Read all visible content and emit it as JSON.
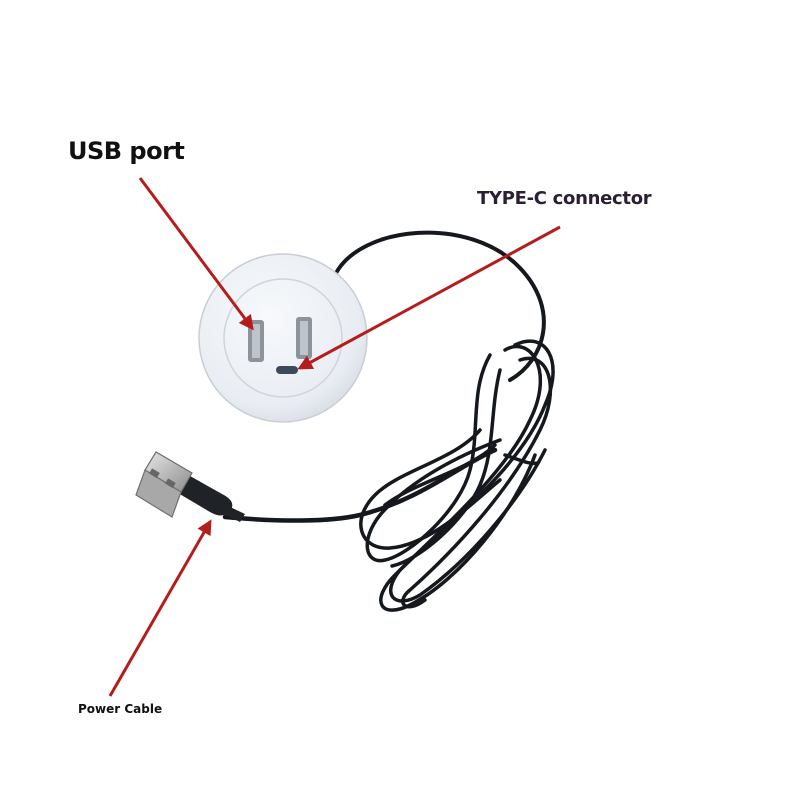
{
  "labels": {
    "usb_port": "USB port",
    "type_c": "TYPE-C connector",
    "power_cable": "Power Cable"
  },
  "colors": {
    "arrow": "#b51c1c",
    "hub_body": "#eef1f6",
    "cable": "#15181c"
  }
}
